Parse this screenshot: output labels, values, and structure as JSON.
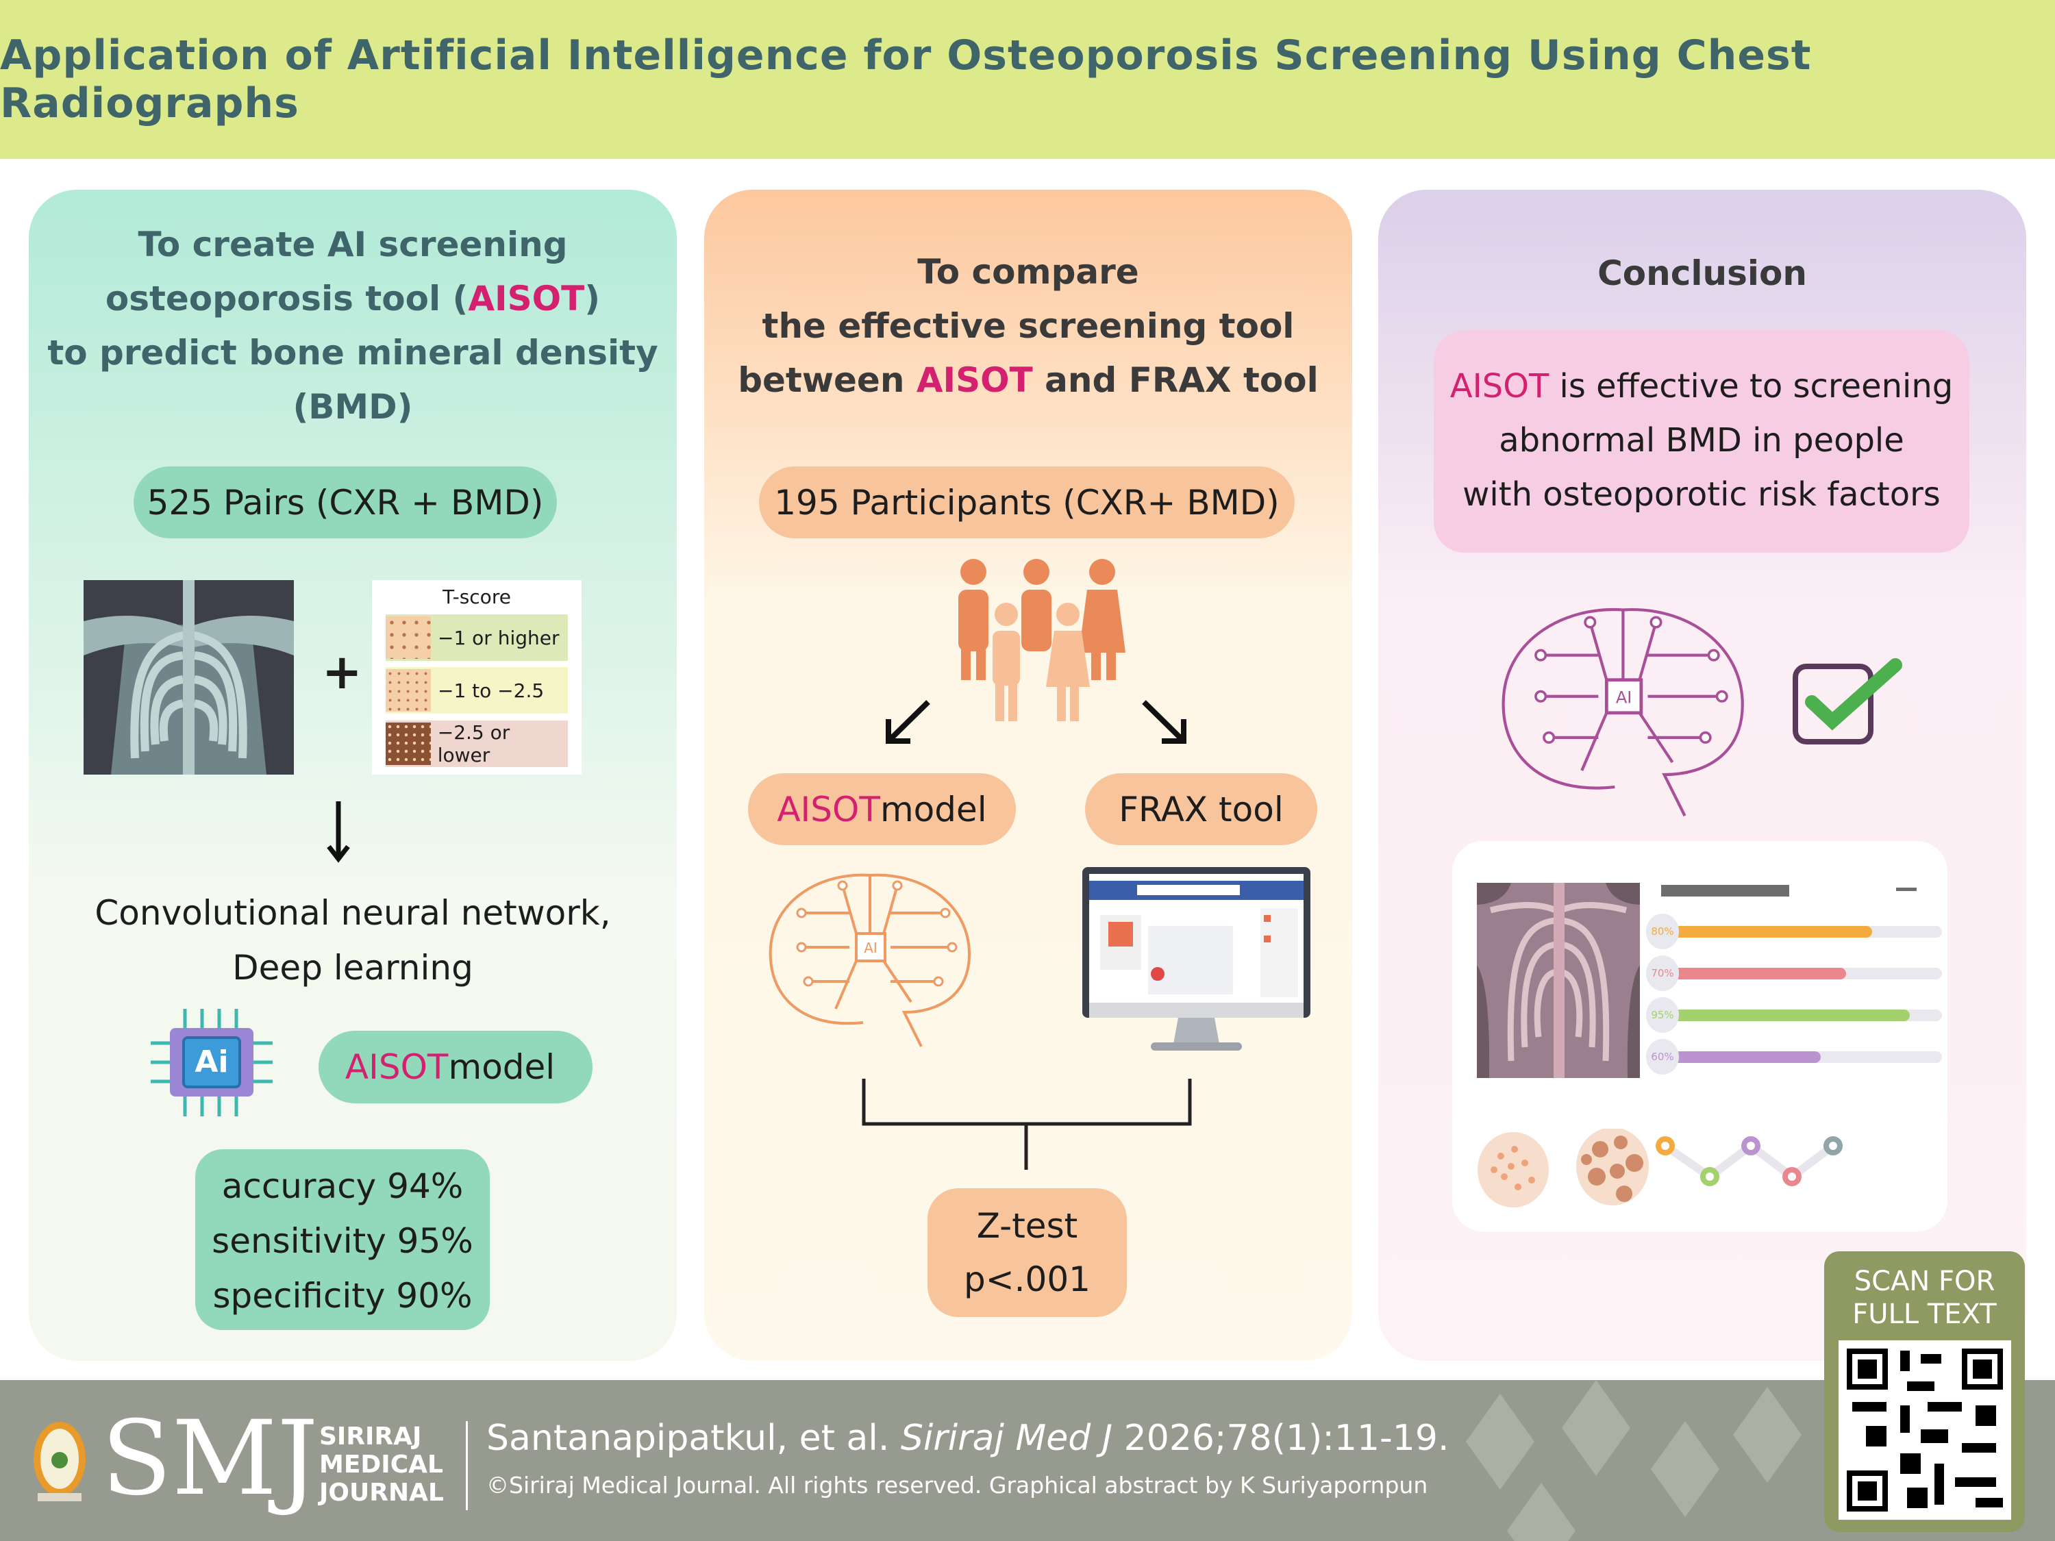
{
  "title": "Application of Artificial Intelligence for Osteoporosis Screening Using Chest Radiographs",
  "left": {
    "heading": [
      "To create AI screening",
      "osteoporosis tool (",
      "AISOT",
      ")",
      "to predict bone mineral density",
      "(BMD)"
    ],
    "pairs": "525 Pairs (CXR + BMD)",
    "plus": "+",
    "tscore": {
      "title": "T-score",
      "rows": [
        "−1 or higher",
        "−1 to −2.5",
        "−2.5 or lower"
      ]
    },
    "method": [
      "Convolutional neural network,",
      "Deep learning"
    ],
    "chip": "Ai",
    "model_prefix": "AISOT",
    "model_suffix": " model",
    "metrics": [
      "accuracy 94%",
      "sensitivity 95%",
      "specificity 90%"
    ]
  },
  "middle": {
    "heading": [
      "To compare",
      "the effective screening tool",
      "between ",
      "AISOT",
      " and FRAX tool"
    ],
    "participants": "195 Participants (CXR+ BMD)",
    "aisot_prefix": "AISOT",
    "aisot_suffix": " model",
    "frax": "FRAX tool",
    "brain_chip": "AI",
    "test": [
      "Z-test",
      "p<.001"
    ]
  },
  "right": {
    "heading": "Conclusion",
    "conclusion": [
      "AISOT",
      " is effective to screening",
      "abnormal BMD in people",
      "with osteoporotic risk factors"
    ],
    "brain_chip": "AI",
    "bars": [
      {
        "label": "80%",
        "value": 80,
        "color": "#f3ab3f"
      },
      {
        "label": "70%",
        "value": 70,
        "color": "#e9878d"
      },
      {
        "label": "95%",
        "value": 95,
        "color": "#a2d16d"
      },
      {
        "label": "60%",
        "value": 60,
        "color": "#bc93d1"
      }
    ]
  },
  "footer": {
    "logo": "SMJ",
    "journal": [
      "SIRIRAJ",
      "MEDICAL",
      "JOURNAL"
    ],
    "citation_authors": "Santanapipatkul, et al. ",
    "citation_journal": "Siriraj Med J",
    "citation_ref": " 2026;78(1):11-19.",
    "copyright": "©Siriraj Medical Journal. All rights reserved. Graphical abstract by K Suriyapornpun",
    "scan": [
      "SCAN FOR",
      "FULL TEXT"
    ]
  }
}
